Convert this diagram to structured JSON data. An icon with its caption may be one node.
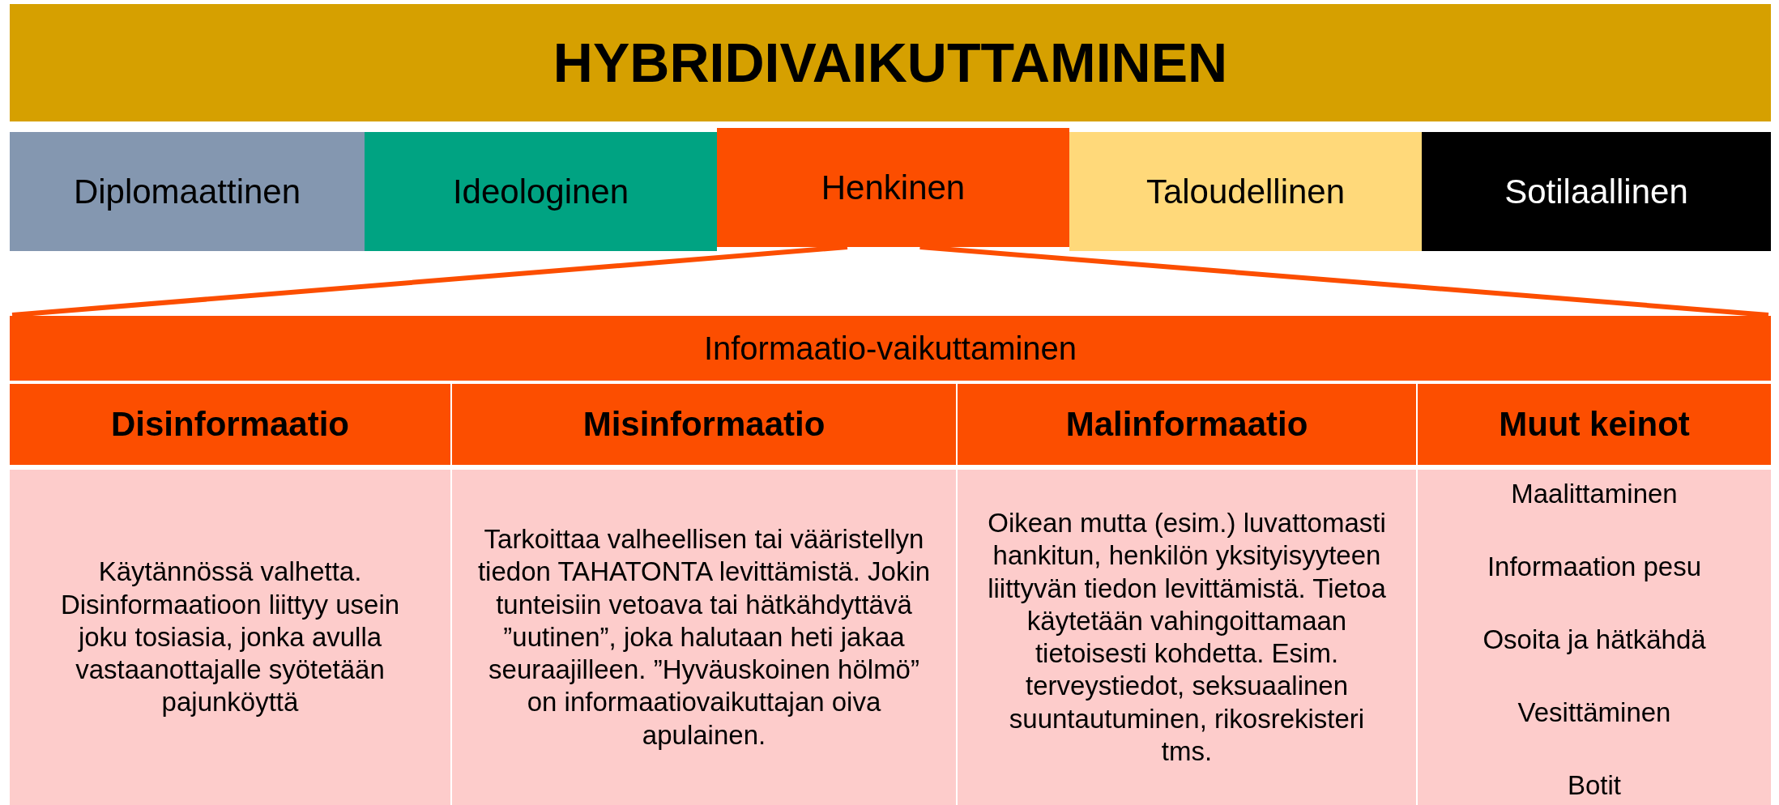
{
  "diagram": {
    "nodes": [
      {
        "text": [
          "HYBRIDIVAIKUTTAMINEN"
        ]
      },
      {
        "text": [
          "Diplomaattinen"
        ]
      },
      {
        "text": [
          "Ideologinen"
        ]
      },
      {
        "text": [
          "Henkinen"
        ]
      },
      {
        "text": [
          "Taloudellinen"
        ]
      },
      {
        "text": [
          "Sotilaallinen"
        ]
      },
      {
        "text": [
          "Informaatio-vaikuttaminen"
        ]
      },
      {
        "text": [
          "Disinformaatio"
        ]
      },
      {
        "text": [
          "Misinformaatio"
        ]
      },
      {
        "text": [
          "Malinformaatio"
        ]
      },
      {
        "text": [
          "Muut keinot"
        ]
      },
      {
        "text": [
          "Käytännössä valhetta. Disinformaatioon liittyy usein joku tosiasia, jonka avulla vastaanottajalle syötetään pajunköyttä"
        ]
      },
      {
        "text": [
          "Tarkoittaa valheellisen tai vääristellyn tiedon TAHATONTA levittämistä. Jokin tunteisiin vetoava tai hätkähdyttävä ”uutinen”, joka halutaan heti jakaa seuraajilleen. ”Hyväuskoinen hölmö” on informaatiovaikuttajan oiva apulainen."
        ]
      },
      {
        "text": [
          "Oikean mutta (esim.) luvattomasti hankitun, henkilön yksityisyyteen liittyvän tiedon levittämistä. Tietoa käytetään vahingoittamaan tietoisesti kohdetta. Esim. terveystiedot, seksuaalinen suuntautuminen, rikosrekisteri tms."
        ]
      },
      {
        "text": [
          "Maalittaminen",
          "Informaation pesu",
          "Osoita ja hätkähdä",
          "Vesittäminen",
          "Botit"
        ]
      }
    ],
    "edges": [
      {
        "from": 3,
        "to": 6,
        "arrow": "none"
      },
      {
        "from": 3,
        "to": 6,
        "arrow": "none"
      }
    ]
  }
}
